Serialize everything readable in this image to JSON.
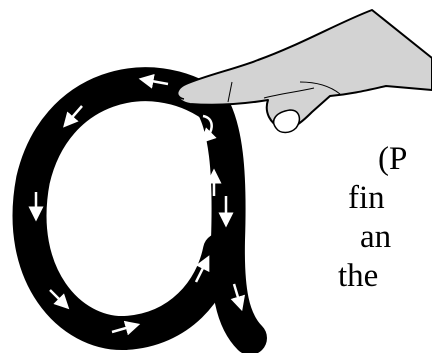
{
  "caption": {
    "lines": [
      "(P",
      "fin",
      "an",
      "the"
    ]
  },
  "colors": {
    "letter_stroke": "#000000",
    "arrow": "#ffffff",
    "hand_fill": "#d3d3d3",
    "hand_outline": "#000000",
    "background": "#ffffff"
  },
  "icons": {
    "letter": "letter-a-tracing-shape",
    "hand": "pointing-hand-icon",
    "arrows": "direction-arrow-icon"
  }
}
